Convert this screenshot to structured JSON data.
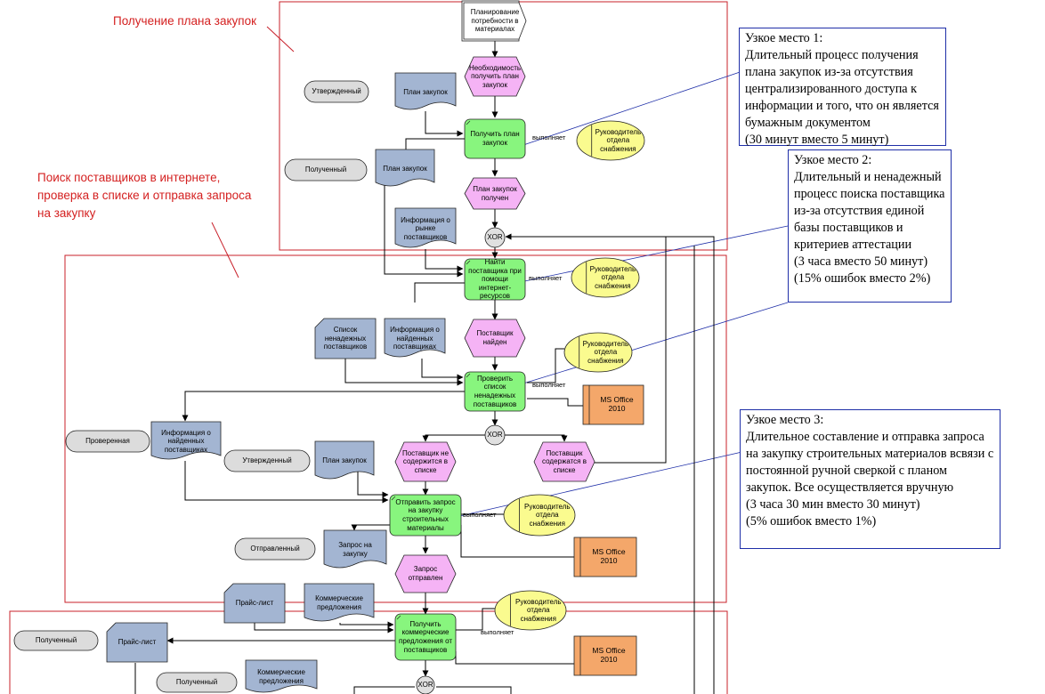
{
  "regions": [
    {
      "label": "Получение плана закупок"
    },
    {
      "label": "Поиск поставщиков в интернете,\nпроверка в списке и отправка запроса\nна закупку"
    }
  ],
  "notes": [
    {
      "text": "Узкое место 1:\nДлительный процесс получения плана закупок из-за отсутствия централизированного доступа к информации и того, что он является бумажным документом\n(30 минут вместо 5 минут)"
    },
    {
      "text": "Узкое место 2:\nДлительный и ненадежный процесс поиска поставщика из-за отсутствия единой базы поставщиков и критериев аттестации\n(3 часа вместо 50 минут)\n(15% ошибок вместо 2%)"
    },
    {
      "text": "Узкое место 3:\nДлительное составление и отправка запроса на закупку строительных материалов всвязи с постоянной ручной сверкой с планом закупок. Все осуществляется вручную\n(3 часа 30 мин вместо 30 минут)\n(5% ошибок вместо 1%)"
    }
  ],
  "shapes": {
    "s_plan_need": "Планирование потребности в материалах",
    "e_need_plan": "Необходимость получить план закупок",
    "t_approved_1": "Утвержденный",
    "d_plan_1": "План закупок",
    "f_get_plan": "Получить план закупок",
    "l_exec_1": "выполняет",
    "r_head_1": "Руководитель отдела снабжения",
    "t_received_1": "Полученный",
    "d_plan_2": "План закупок",
    "e_plan_received": "План закупок получен",
    "x_xor_1": "XOR",
    "d_market_info": "Информация о рынке поставщиков",
    "f_find_supplier": "Найти поставщика при помощи интернет-ресурсов",
    "l_exec_2": "выполняет",
    "r_head_2": "Руководитель отдела снабжения",
    "d_unreliable_list": "Список ненадежных поставщиков",
    "d_found_info_1": "Информация о найденных поставщиках",
    "e_supplier_found": "Поставщик найден",
    "r_head_3": "Руководитель отдела снабжения",
    "l_exec_3": "выполняет",
    "f_check_list": "Проверить список ненадежных поставщиков",
    "a_msoffice_1": "MS Office 2010",
    "x_xor_2": "XOR",
    "t_checked": "Проверенная",
    "d_found_info_2": "Информация о найденных поставщиках",
    "t_approved_2": "Утвержденный",
    "d_plan_3": "План закупок",
    "e_not_in_list": "Поставщик не содержится в списке",
    "e_in_list": "Поставщик содержатся в списке",
    "f_send_request": "Отправить запрос на закупку строительных материалы",
    "l_exec_4": "выполняет",
    "r_head_4": "Руководитель отдела снабжения",
    "t_sent": "Отправленный",
    "d_request": "Запрос на закупку",
    "a_msoffice_2": "MS Office 2010",
    "e_request_sent": "Запрос отправлен",
    "d_price_1": "Прайс-лист",
    "d_offers_1": "Коммерческие предложения",
    "r_head_5": "Руководитель отдела снабжения",
    "t_received_2": "Полученный",
    "d_price_2": "Прайс-лист",
    "f_get_offers": "Получить коммерческие предложения от поставщиков",
    "l_exec_5": "выполняет",
    "a_msoffice_3": "MS Office 2010",
    "t_received_3": "Полученный",
    "d_offers_2": "Коммерческие предложения",
    "x_xor_3": "XOR"
  },
  "colors": {
    "function": "#88f57e",
    "event": "#f5b3f5",
    "document": "#a3b5d2",
    "role": "#fafb8f",
    "application": "#f4a76a",
    "status": "#dcdcdc",
    "region_border": "#c8202a",
    "note_border": "#1f2fa8"
  }
}
